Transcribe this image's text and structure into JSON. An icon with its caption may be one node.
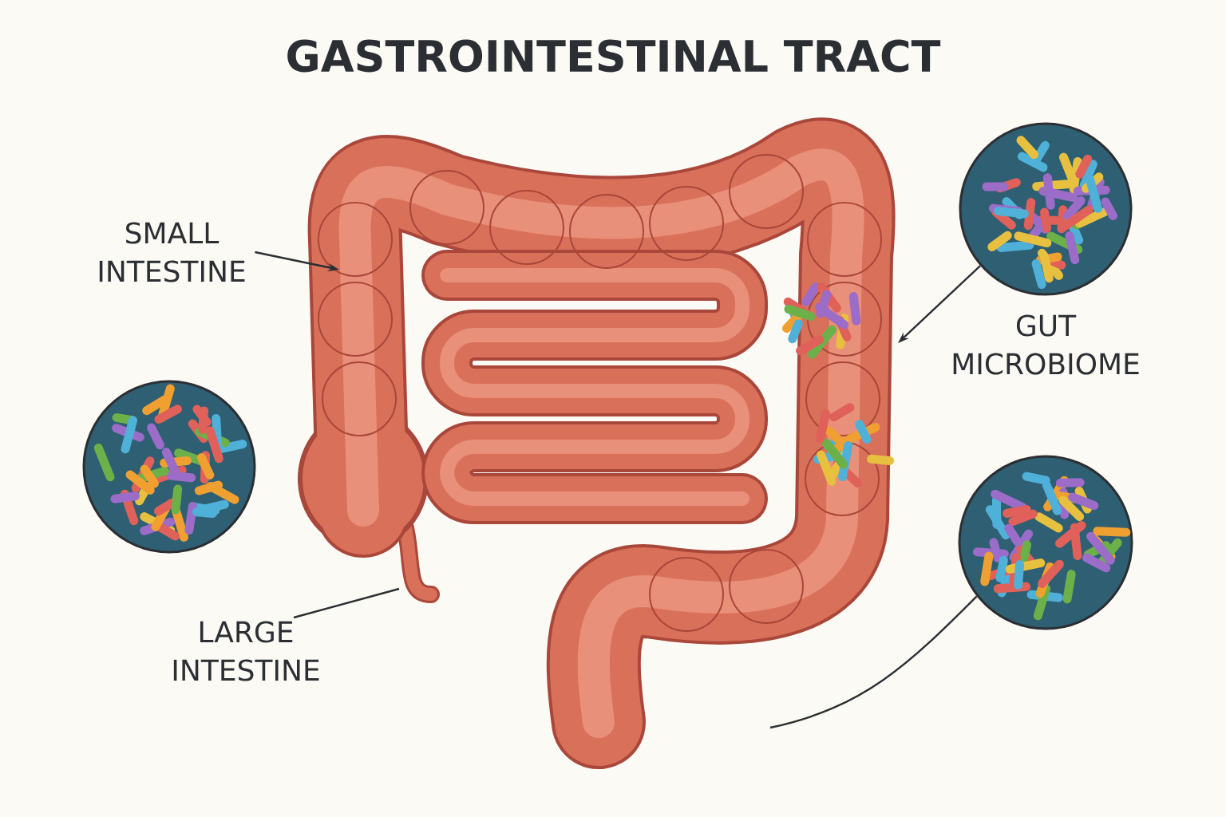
{
  "diagram": {
    "title": "GASTROINTESTINAL TRACT",
    "nodes": [
      {
        "text": [
          "SMALL INTESTINE"
        ]
      },
      {
        "text": [
          "LARGE INTESTINE"
        ]
      },
      {
        "text": [
          "GUT MICROBIOME"
        ]
      },
      {
        "text": [],
        "shape": "circle"
      },
      {
        "text": [],
        "shape": "circle"
      },
      {
        "text": [],
        "shape": "circle"
      }
    ],
    "edges": [
      {
        "from": 0,
        "to": null,
        "arrow": "to"
      },
      {
        "from": 1,
        "to": null,
        "arrow": "none"
      },
      {
        "from": 4,
        "to": null,
        "arrow": "to"
      },
      {
        "from": 5,
        "to": null,
        "arrow": "none"
      }
    ]
  }
}
